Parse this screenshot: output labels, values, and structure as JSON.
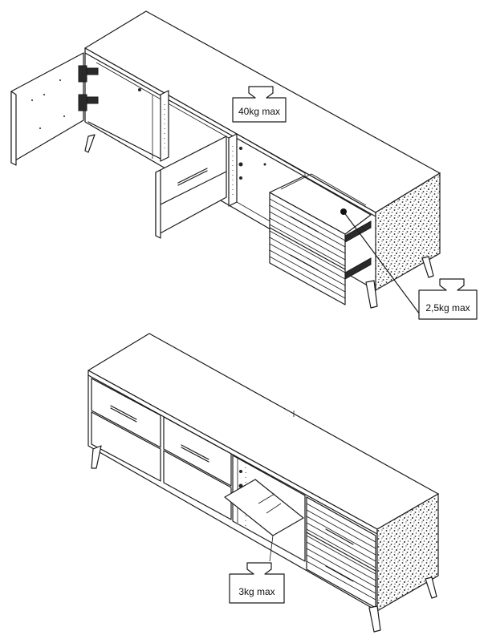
{
  "labels": {
    "top_cabinet_weight": "40kg max",
    "drawer_weight": "2,5kg max",
    "flap_weight": "3kg max"
  },
  "icons": {
    "weight": "weight-icon"
  }
}
